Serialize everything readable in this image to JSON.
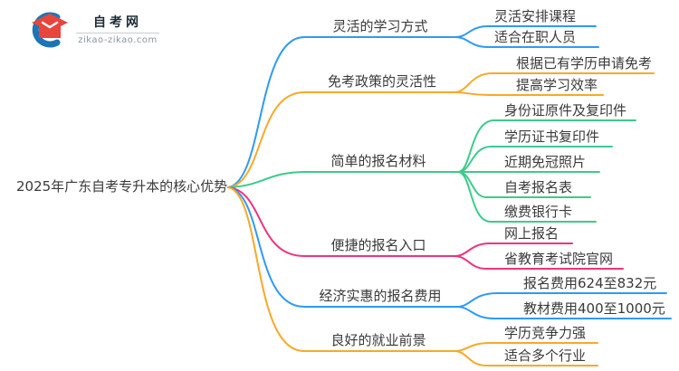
{
  "logo": {
    "site_name": "自考网",
    "site_domain": "zikao-zikao.com"
  },
  "central": {
    "topic": "2025年广东自考专升本的核心优势"
  },
  "colors": {
    "blue": "#2E9AF5",
    "orange": "#F7A928",
    "green": "#3CCB8B",
    "pink": "#F1327E",
    "logo_blue": "#1C76B5",
    "logo_red": "#E8453C",
    "text": "#3A3A3A"
  },
  "branches": [
    {
      "label": "灵活的学习方式",
      "color": "#2E9AF5",
      "children": [
        "灵活安排课程",
        "适合在职人员"
      ]
    },
    {
      "label": "免考政策的灵活性",
      "color": "#F7A928",
      "children": [
        "根据已有学历申请免考",
        "提高学习效率"
      ]
    },
    {
      "label": "简单的报名材料",
      "color": "#3CCB8B",
      "children": [
        "身份证原件及复印件",
        "学历证书复印件",
        "近期免冠照片",
        "自考报名表",
        "缴费银行卡"
      ]
    },
    {
      "label": "便捷的报名入口",
      "color": "#F1327E",
      "children": [
        "网上报名",
        "省教育考试院官网"
      ]
    },
    {
      "label": "经济实惠的报名费用",
      "color": "#2E9AF5",
      "children": [
        "报名费用624至832元",
        "教材费用400至1000元"
      ]
    },
    {
      "label": "良好的就业前景",
      "color": "#F7A928",
      "children": [
        "学历竞争力强",
        "适合多个行业"
      ]
    }
  ]
}
